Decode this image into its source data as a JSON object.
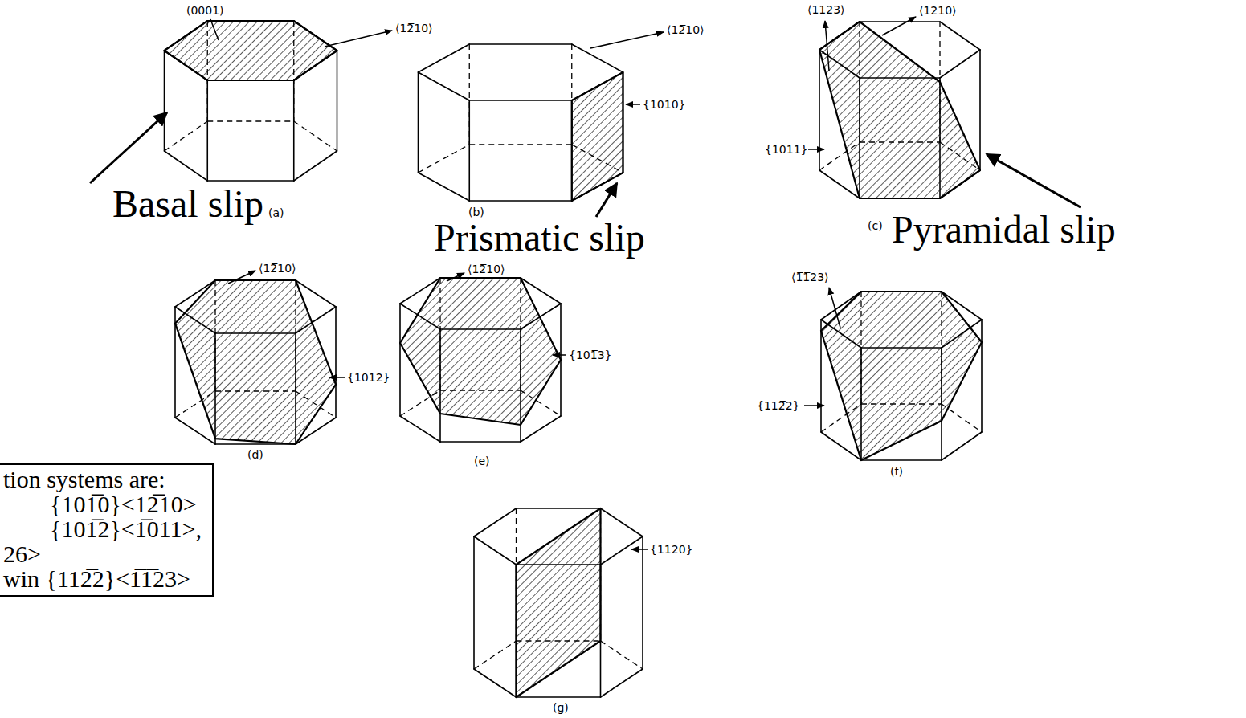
{
  "diagram": {
    "nodes": [
      {
        "text": [
          "tion systems are:",
          "{101̅0}<12̅10>",
          "{101̅2}<1̅011>,",
          "26>",
          "win {112̅2}<1̅1̅23>"
        ]
      }
    ],
    "labels": [
      "(0001)",
      "⟨12̅10⟩",
      "Basal slip",
      "(a)",
      "⟨12̅10⟩",
      "{101̅0}",
      "(b)",
      "Prismatic slip",
      "⟨1123⟩",
      "⟨12̅10⟩",
      "{101̅1}",
      "(c)",
      "Pyramidal slip",
      "⟨12̅10⟩",
      "{101̅2}",
      "(d)",
      "⟨12̅10⟩",
      "{101̅3}",
      "(e)",
      "⟨1̅1̅23⟩",
      "{112̅2}",
      "(f)",
      "{112̅0}",
      "(g)"
    ]
  }
}
